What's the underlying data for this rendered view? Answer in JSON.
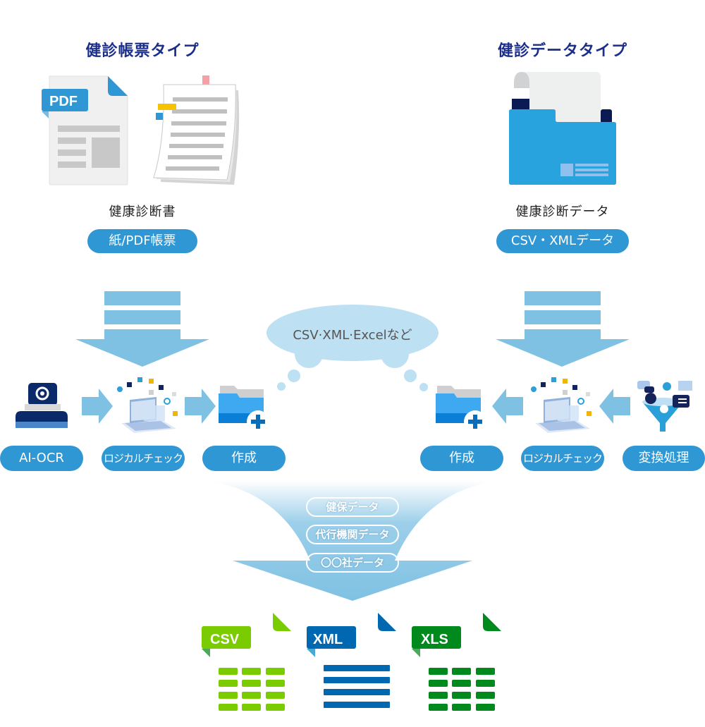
{
  "left_section": {
    "heading": "健診帳票タイプ",
    "pdf_badge": "PDF",
    "caption": "健康診断書",
    "pill": "紙/PDF帳票"
  },
  "right_section": {
    "heading": "健診データタイプ",
    "caption": "健康診断データ",
    "pill": "CSV・XMLデータ"
  },
  "cloud": {
    "text": "CSV·XML·Excelなど"
  },
  "left_flow": {
    "steps": [
      {
        "label": "AI-OCR",
        "icon": "scanner-icon"
      },
      {
        "label": "ロジカルチェック",
        "icon": "laptop-check-icon"
      },
      {
        "label": "作成",
        "icon": "folder-add-icon"
      }
    ]
  },
  "right_flow": {
    "steps": [
      {
        "label": "作成",
        "icon": "folder-add-icon"
      },
      {
        "label": "ロジカルチェック",
        "icon": "laptop-check-icon"
      },
      {
        "label": "変換処理",
        "icon": "funnel-icon"
      }
    ]
  },
  "merge_arrow": {
    "items": [
      "健保データ",
      "代行機関データ",
      "〇〇社データ"
    ]
  },
  "outputs": [
    {
      "label": "CSV",
      "color": "#7acc00",
      "shape": "grid"
    },
    {
      "label": "XML",
      "color": "#0068b0",
      "shape": "lines"
    },
    {
      "label": "XLS",
      "color": "#008a1e",
      "shape": "grid"
    }
  ],
  "colors": {
    "heading": "#1b2f8a",
    "pill": "#2e97d4",
    "arrow": "#7fc1e3",
    "cloud": "#bde0f3"
  }
}
